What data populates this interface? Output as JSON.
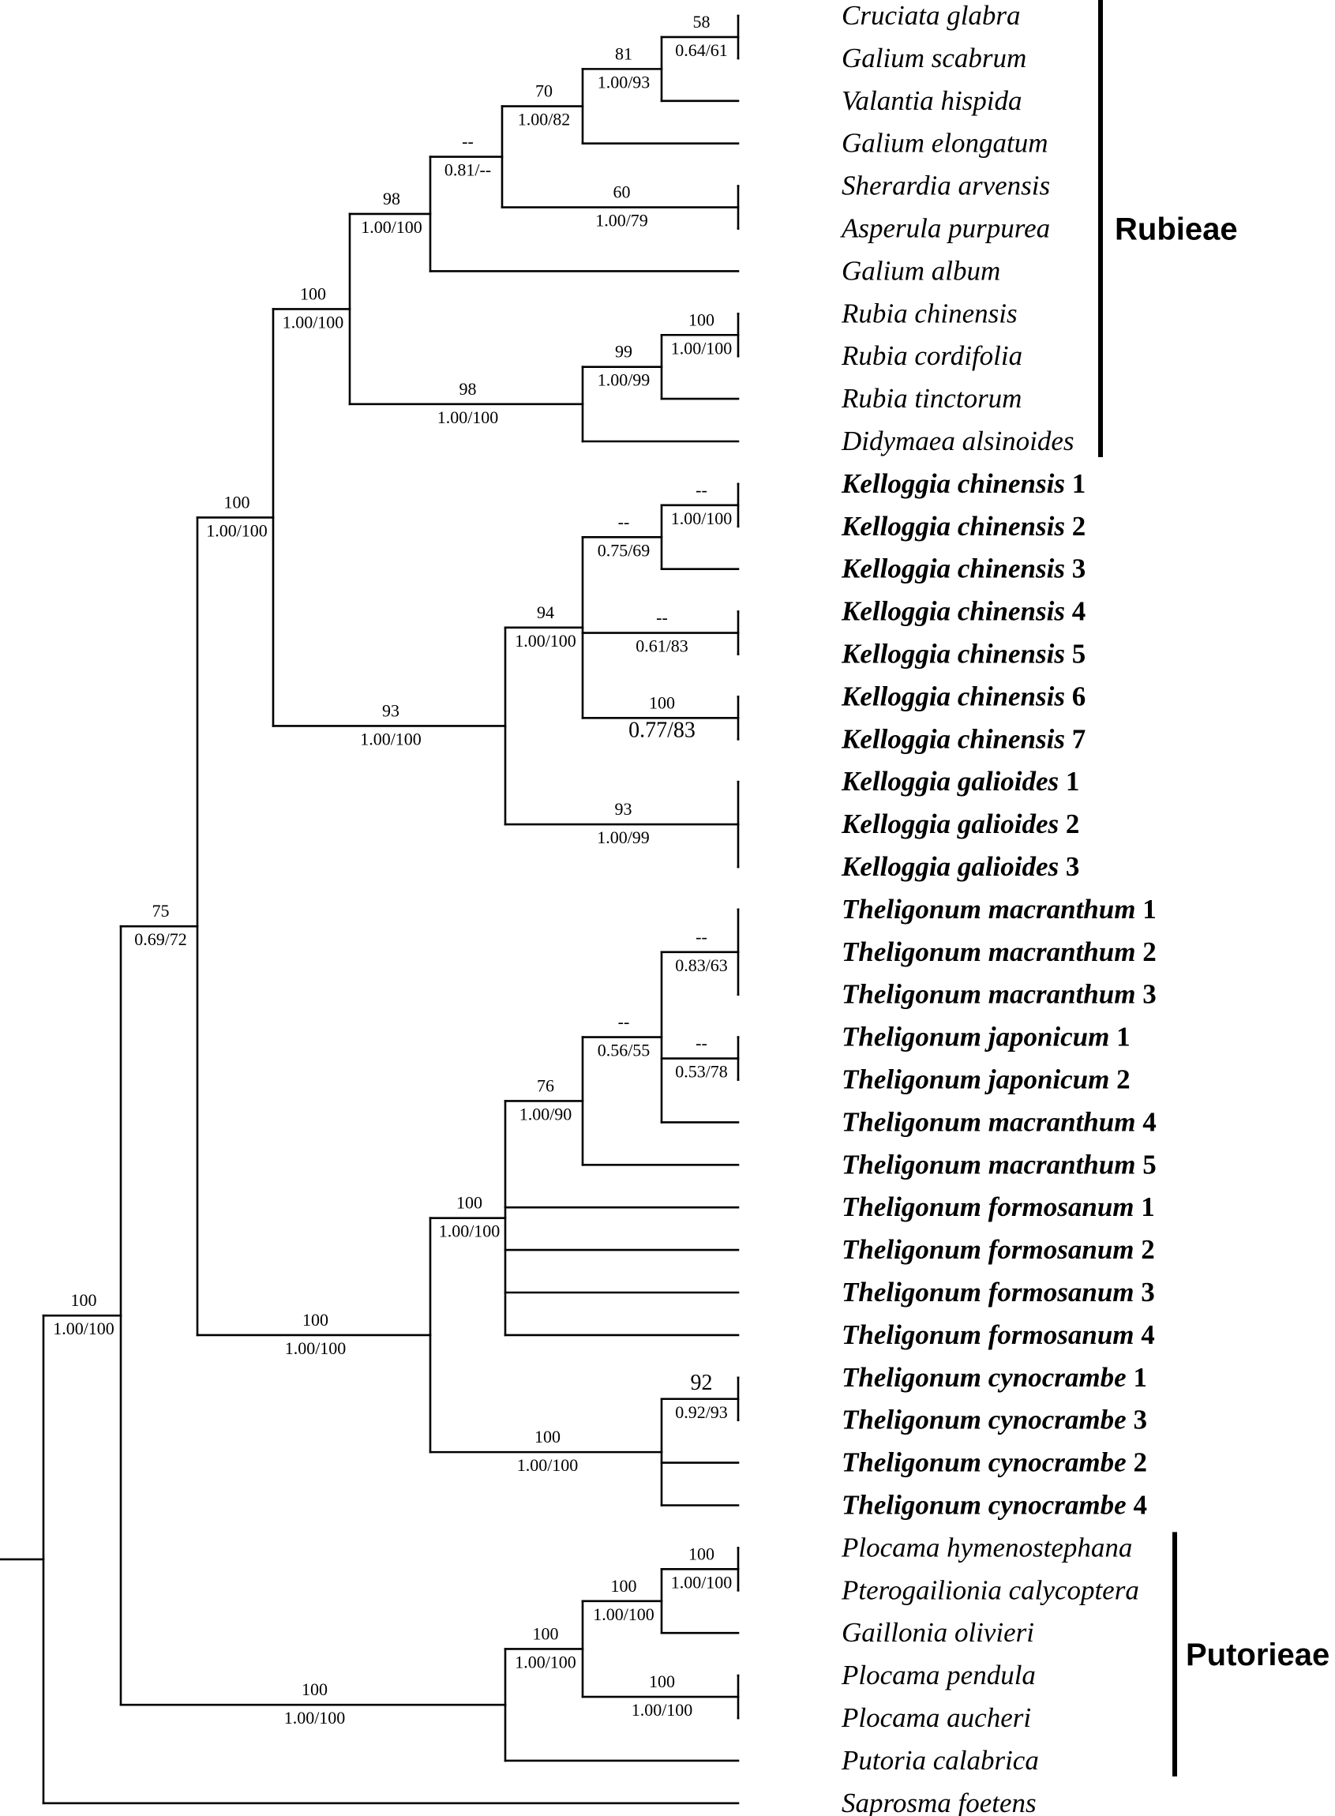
{
  "taxa": [
    {
      "genus": "Cruciata",
      "epithet": "glabra",
      "num": "",
      "bold": false
    },
    {
      "genus": "Galium",
      "epithet": "scabrum",
      "num": "",
      "bold": false
    },
    {
      "genus": "Valantia",
      "epithet": "hispida",
      "num": "",
      "bold": false
    },
    {
      "genus": "Galium",
      "epithet": "elongatum",
      "num": "",
      "bold": false
    },
    {
      "genus": "Sherardia",
      "epithet": "arvensis",
      "num": "",
      "bold": false
    },
    {
      "genus": "Asperula",
      "epithet": "purpurea",
      "num": "",
      "bold": false
    },
    {
      "genus": "Galium",
      "epithet": "album",
      "num": "",
      "bold": false
    },
    {
      "genus": "Rubia",
      "epithet": "chinensis",
      "num": "",
      "bold": false
    },
    {
      "genus": "Rubia",
      "epithet": "cordifolia",
      "num": "",
      "bold": false
    },
    {
      "genus": "Rubia",
      "epithet": "tinctorum",
      "num": "",
      "bold": false
    },
    {
      "genus": "Didymaea",
      "epithet": "alsinoides",
      "num": "",
      "bold": false
    },
    {
      "genus": "Kelloggia",
      "epithet": "chinensis",
      "num": "1",
      "bold": true
    },
    {
      "genus": "Kelloggia",
      "epithet": "chinensis",
      "num": "2",
      "bold": true
    },
    {
      "genus": "Kelloggia",
      "epithet": "chinensis",
      "num": "3",
      "bold": true
    },
    {
      "genus": "Kelloggia",
      "epithet": "chinensis",
      "num": "4",
      "bold": true
    },
    {
      "genus": "Kelloggia",
      "epithet": "chinensis",
      "num": "5",
      "bold": true
    },
    {
      "genus": "Kelloggia",
      "epithet": "chinensis",
      "num": "6",
      "bold": true
    },
    {
      "genus": "Kelloggia",
      "epithet": "chinensis",
      "num": "7",
      "bold": true
    },
    {
      "genus": "Kelloggia",
      "epithet": "galioides",
      "num": "1",
      "bold": true
    },
    {
      "genus": "Kelloggia",
      "epithet": "galioides",
      "num": "2",
      "bold": true
    },
    {
      "genus": "Kelloggia",
      "epithet": "galioides",
      "num": "3",
      "bold": true
    },
    {
      "genus": "Theligonum",
      "epithet": "macranthum",
      "num": "1",
      "bold": true
    },
    {
      "genus": "Theligonum",
      "epithet": "macranthum",
      "num": "2",
      "bold": true
    },
    {
      "genus": "Theligonum",
      "epithet": "macranthum",
      "num": "3",
      "bold": true
    },
    {
      "genus": "Theligonum",
      "epithet": "japonicum",
      "num": "1",
      "bold": true
    },
    {
      "genus": "Theligonum",
      "epithet": "japonicum",
      "num": "2",
      "bold": true
    },
    {
      "genus": "Theligonum",
      "epithet": "macranthum",
      "num": "4",
      "bold": true
    },
    {
      "genus": "Theligonum",
      "epithet": "macranthum",
      "num": "5",
      "bold": true
    },
    {
      "genus": "Theligonum",
      "epithet": "formosanum",
      "num": "1",
      "bold": true
    },
    {
      "genus": "Theligonum",
      "epithet": "formosanum",
      "num": "2",
      "bold": true
    },
    {
      "genus": "Theligonum",
      "epithet": "formosanum",
      "num": "3",
      "bold": true
    },
    {
      "genus": "Theligonum",
      "epithet": "formosanum",
      "num": "4",
      "bold": true
    },
    {
      "genus": "Theligonum",
      "epithet": "cynocrambe",
      "num": "1",
      "bold": true
    },
    {
      "genus": "Theligonum",
      "epithet": "cynocrambe",
      "num": "3",
      "bold": true
    },
    {
      "genus": "Theligonum",
      "epithet": "cynocrambe",
      "num": "2",
      "bold": true
    },
    {
      "genus": "Theligonum",
      "epithet": "cynocrambe",
      "num": "4",
      "bold": true
    },
    {
      "genus": "Plocama",
      "epithet": "hymenostephana",
      "num": "",
      "bold": false
    },
    {
      "genus": "Pterogailionia",
      "epithet": "calycoptera",
      "num": "",
      "bold": false
    },
    {
      "genus": "Gaillonia",
      "epithet": "olivieri",
      "num": "",
      "bold": false
    },
    {
      "genus": "Plocama",
      "epithet": "pendula",
      "num": "",
      "bold": false
    },
    {
      "genus": "Plocama",
      "epithet": "aucheri",
      "num": "",
      "bold": false
    },
    {
      "genus": "Putoria",
      "epithet": "calabrica",
      "num": "",
      "bold": false
    },
    {
      "genus": "Saprosma",
      "epithet": "foetens",
      "num": "",
      "bold": false
    }
  ],
  "nodes": [
    {
      "id": "n_cruciata_galium",
      "children": [
        0,
        1
      ],
      "bootstrap": "58",
      "posterior": "0.64/61"
    },
    {
      "id": "n_valantia",
      "children": [
        "n_cruciata_galium",
        2
      ],
      "bootstrap": "81",
      "posterior": "1.00/93"
    },
    {
      "id": "n_elongatum",
      "children": [
        "n_valantia",
        3
      ],
      "bootstrap": "70",
      "posterior": "1.00/82"
    },
    {
      "id": "n_sherardia_asperula",
      "children": [
        4,
        5
      ],
      "bootstrap": "60",
      "posterior": "1.00/79"
    },
    {
      "id": "n_galium_group",
      "children": [
        "n_elongatum",
        "n_sherardia_asperula"
      ],
      "bootstrap": "--",
      "posterior": "0.81/--"
    },
    {
      "id": "n_galium_album",
      "children": [
        "n_galium_group",
        6
      ],
      "bootstrap": "98",
      "posterior": "1.00/100"
    },
    {
      "id": "n_rubia_pair",
      "children": [
        7,
        8
      ],
      "bootstrap": "100",
      "posterior": "1.00/100"
    },
    {
      "id": "n_rubia",
      "children": [
        "n_rubia_pair",
        9
      ],
      "bootstrap": "99",
      "posterior": "1.00/99"
    },
    {
      "id": "n_rubia_didymaea",
      "children": [
        "n_rubia",
        10
      ],
      "bootstrap": "98",
      "posterior": "1.00/100"
    },
    {
      "id": "n_rubieae",
      "children": [
        "n_galium_album",
        "n_rubia_didymaea"
      ],
      "bootstrap": "100",
      "posterior": "1.00/100"
    },
    {
      "id": "n_kc12",
      "children": [
        11,
        12
      ],
      "bootstrap": "--",
      "posterior": "1.00/100"
    },
    {
      "id": "n_kc123",
      "children": [
        "n_kc12",
        13
      ],
      "bootstrap": "--",
      "posterior": "0.75/69"
    },
    {
      "id": "n_kc45",
      "children": [
        14,
        15
      ],
      "bootstrap": "--",
      "posterior": "0.61/83"
    },
    {
      "id": "n_kc67",
      "children": [
        16,
        17
      ],
      "bootstrap": "100",
      "posterior": "0.77/83",
      "big": true
    },
    {
      "id": "n_kchinensis",
      "children": [
        "n_kc123",
        "n_kc45",
        "n_kc67"
      ],
      "bootstrap": "94",
      "posterior": "1.00/100"
    },
    {
      "id": "n_kgalioides",
      "children": [
        18,
        19,
        20
      ],
      "bootstrap": "93",
      "posterior": "1.00/99"
    },
    {
      "id": "n_kelloggia",
      "children": [
        "n_kchinensis",
        "n_kgalioides"
      ],
      "bootstrap": "93",
      "posterior": "1.00/100"
    },
    {
      "id": "n_rub_kel",
      "children": [
        "n_rubieae",
        "n_kelloggia"
      ],
      "bootstrap": "100",
      "posterior": "1.00/100"
    },
    {
      "id": "n_tm123",
      "children": [
        21,
        22,
        23
      ],
      "bootstrap": "--",
      "posterior": "0.83/63"
    },
    {
      "id": "n_tj",
      "children": [
        24,
        25
      ],
      "bootstrap": "--",
      "posterior": "0.53/78"
    },
    {
      "id": "n_tm_tj",
      "children": [
        "n_tm123",
        "n_tj",
        26
      ],
      "bootstrap": "--",
      "posterior": "0.56/55"
    },
    {
      "id": "n_tm_all",
      "children": [
        "n_tm_tj",
        27
      ],
      "bootstrap": "76",
      "posterior": "1.00/90"
    },
    {
      "id": "n_tform",
      "children": [
        "n_tm_all",
        28,
        29,
        30,
        31
      ],
      "bootstrap": "100",
      "posterior": "1.00/100"
    },
    {
      "id": "n_tcyn13",
      "children": [
        32,
        33
      ],
      "bootstrap": "92",
      "posterior": "0.92/93",
      "big": true
    },
    {
      "id": "n_tcyn",
      "children": [
        "n_tcyn13",
        34,
        35
      ],
      "bootstrap": "100",
      "posterior": "1.00/100"
    },
    {
      "id": "n_theligonum",
      "children": [
        "n_tform",
        "n_tcyn"
      ],
      "bootstrap": "100",
      "posterior": "1.00/100"
    },
    {
      "id": "n_rub_kel_thel",
      "children": [
        "n_rub_kel",
        "n_theligonum"
      ],
      "bootstrap": "75",
      "posterior": "0.69/72"
    },
    {
      "id": "n_plo_ptero",
      "children": [
        36,
        37
      ],
      "bootstrap": "100",
      "posterior": "1.00/100"
    },
    {
      "id": "n_gaillonia",
      "children": [
        "n_plo_ptero",
        38
      ],
      "bootstrap": "100",
      "posterior": "1.00/100"
    },
    {
      "id": "n_plo_pa",
      "children": [
        39,
        40
      ],
      "bootstrap": "100",
      "posterior": "1.00/100"
    },
    {
      "id": "n_put_core",
      "children": [
        "n_gaillonia",
        "n_plo_pa"
      ],
      "bootstrap": "100",
      "posterior": "1.00/100"
    },
    {
      "id": "n_putorieae",
      "children": [
        "n_put_core",
        41
      ],
      "bootstrap": "100",
      "posterior": "1.00/100"
    },
    {
      "id": "n_ingroup",
      "children": [
        "n_rub_kel_thel",
        "n_putorieae"
      ],
      "bootstrap": "100",
      "posterior": "1.00/100"
    },
    {
      "id": "n_root",
      "children": [
        "n_ingroup",
        42
      ],
      "bootstrap": "",
      "posterior": ""
    }
  ],
  "clades": [
    {
      "name": "Rubieae",
      "from_taxon": 0,
      "to_taxon": 10
    },
    {
      "name": "Putorieae",
      "from_taxon": 36,
      "to_taxon": 41
    }
  ]
}
